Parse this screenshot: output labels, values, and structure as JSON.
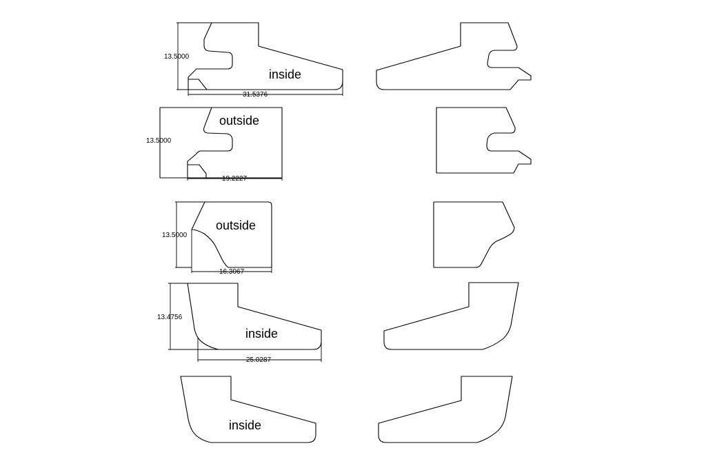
{
  "profiles": [
    {
      "label": "inside",
      "height_dim": "13.5000",
      "width_dim": "31.5376"
    },
    {
      "label": "outside",
      "height_dim": "13.5000",
      "width_dim": "19.2227"
    },
    {
      "label": "outside",
      "height_dim": "13.5000",
      "width_dim": "16.3067"
    },
    {
      "label": "inside",
      "height_dim": "13.4756",
      "width_dim": "25.0287"
    },
    {
      "label": "inside"
    }
  ]
}
